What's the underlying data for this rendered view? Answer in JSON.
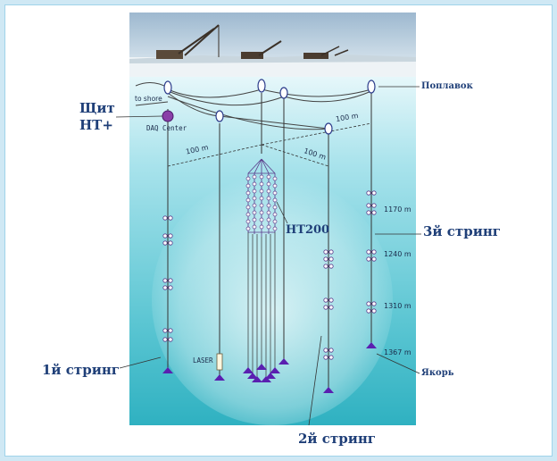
{
  "labels": {
    "shield": "Щит",
    "shield_sub": "НТ+",
    "float": "Поплавок",
    "nt200": "НТ200",
    "string3": "3й стринг",
    "string1": "1й стринг",
    "string2": "2й стринг",
    "anchor": "Якорь"
  },
  "small_labels": {
    "to_shore": "to shore",
    "daq": "DAQ Center",
    "laser": "LASER",
    "dist_a": "100 m",
    "dist_b": "100 m",
    "dist_c": "100 m"
  },
  "depths": [
    "1170 m",
    "1240 m",
    "1310 m",
    "1367 m"
  ],
  "colors": {
    "label_text": "#1f3f78",
    "water_top": "#d9f2f7",
    "water_bottom": "#3fb8c7",
    "anchor": "#5a1fb0"
  }
}
